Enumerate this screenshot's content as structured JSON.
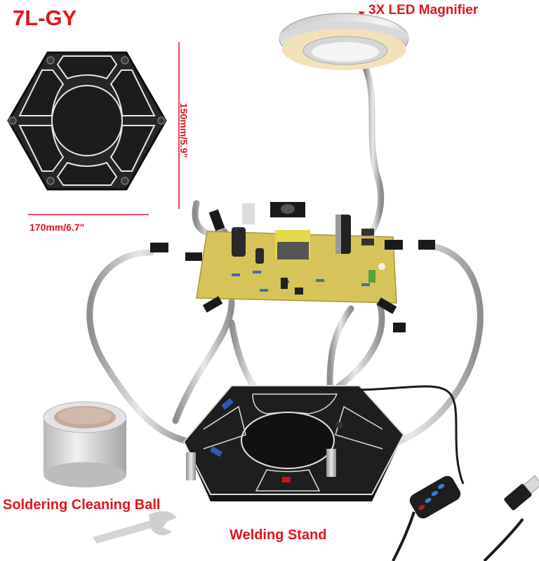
{
  "product": {
    "model": "7L-GY",
    "labels": {
      "magnifier": "3X LED Magnifier",
      "width_dimension": "170mm/6.7\"",
      "height_dimension": "150mm/5.9\"",
      "cleaning_ball": "Soldering Cleaning Ball",
      "welding_stand": "Welding Stand"
    },
    "components": [
      {
        "name": "hexagonal-tray-top-view"
      },
      {
        "name": "led-magnifier-ring"
      },
      {
        "name": "circuit-board"
      },
      {
        "name": "flexible-arms-with-clips",
        "count": 6
      },
      {
        "name": "hexagonal-base"
      },
      {
        "name": "cleaning-ball-tin"
      },
      {
        "name": "wrench"
      },
      {
        "name": "usb-cable-with-switch",
        "buttons": 4
      }
    ],
    "colors": {
      "label_red": "#e3141b",
      "tray_black": "#1e1e1e",
      "pcb_yellow": "#d8c35a",
      "metal_silver": "#c9c9c9"
    }
  }
}
